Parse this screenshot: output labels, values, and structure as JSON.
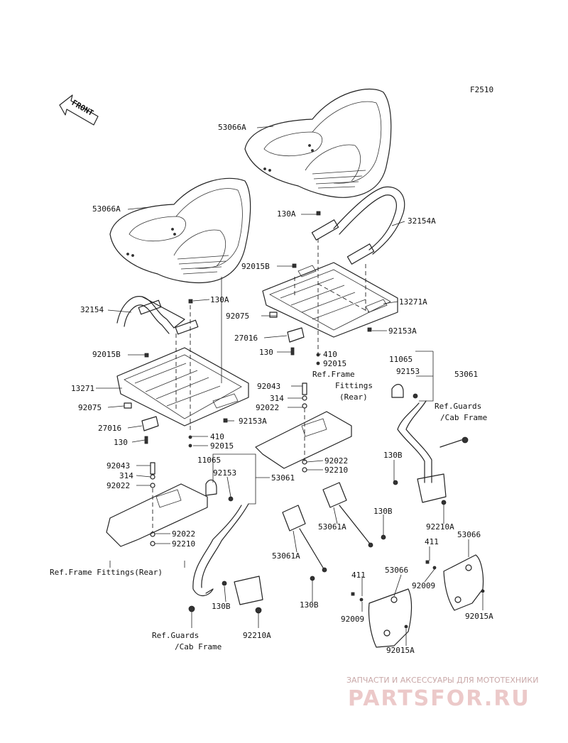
{
  "diagram_code": "F2510",
  "front_label": "FRONT",
  "labels": [
    {
      "id": "53066A-rear-seat",
      "text": "53066A"
    },
    {
      "id": "53066A-front-seat",
      "text": "53066A"
    },
    {
      "id": "130A-top",
      "text": "130A"
    },
    {
      "id": "32154A",
      "text": "32154A"
    },
    {
      "id": "92015B-top",
      "text": "92015B"
    },
    {
      "id": "130A-mid",
      "text": "130A"
    },
    {
      "id": "13271A",
      "text": "13271A"
    },
    {
      "id": "32154",
      "text": "32154"
    },
    {
      "id": "92075-top",
      "text": "92075"
    },
    {
      "id": "92153A-top",
      "text": "92153A"
    },
    {
      "id": "27016-top",
      "text": "27016"
    },
    {
      "id": "130-top",
      "text": "130"
    },
    {
      "id": "410-top",
      "text": "410"
    },
    {
      "id": "92015-top",
      "text": "92015"
    },
    {
      "id": "11065-right",
      "text": "11065"
    },
    {
      "id": "92153-right",
      "text": "92153"
    },
    {
      "id": "53061-right",
      "text": "53061"
    },
    {
      "id": "ref-frame-rear-1",
      "text": "Ref.Frame"
    },
    {
      "id": "ref-frame-rear-2",
      "text": "Fittings"
    },
    {
      "id": "ref-frame-rear-3",
      "text": "(Rear)"
    },
    {
      "id": "92015B-left",
      "text": "92015B"
    },
    {
      "id": "13271",
      "text": "13271"
    },
    {
      "id": "92043-mid",
      "text": "92043"
    },
    {
      "id": "314-mid",
      "text": "314"
    },
    {
      "id": "92022-mid",
      "text": "92022"
    },
    {
      "id": "ref-guards-right-1",
      "text": "Ref.Guards"
    },
    {
      "id": "ref-guards-right-2",
      "text": "/Cab Frame"
    },
    {
      "id": "92075-left",
      "text": "92075"
    },
    {
      "id": "92153A-left",
      "text": "92153A"
    },
    {
      "id": "27016-left",
      "text": "27016"
    },
    {
      "id": "410-left",
      "text": "410"
    },
    {
      "id": "130-left",
      "text": "130"
    },
    {
      "id": "92015-left",
      "text": "92015"
    },
    {
      "id": "130B-right",
      "text": "130B"
    },
    {
      "id": "92022-mid2",
      "text": "92022"
    },
    {
      "id": "92210-mid",
      "text": "92210"
    },
    {
      "id": "11065-left",
      "text": "11065"
    },
    {
      "id": "92153-left",
      "text": "92153"
    },
    {
      "id": "53061-left",
      "text": "53061"
    },
    {
      "id": "92043-left",
      "text": "92043"
    },
    {
      "id": "314-left",
      "text": "314"
    },
    {
      "id": "92022-left",
      "text": "92022"
    },
    {
      "id": "53061A-mid",
      "text": "53061A"
    },
    {
      "id": "130B-mid",
      "text": "130B"
    },
    {
      "id": "92210A-right",
      "text": "92210A"
    },
    {
      "id": "53066-right",
      "text": "53066"
    },
    {
      "id": "411-right",
      "text": "411"
    },
    {
      "id": "92022-left2",
      "text": "92022"
    },
    {
      "id": "92210-left",
      "text": "92210"
    },
    {
      "id": "53061A-left",
      "text": "53061A"
    },
    {
      "id": "ref-frame-rear-left",
      "text": "Ref.Frame Fittings(Rear)"
    },
    {
      "id": "92009-right",
      "text": "92009"
    },
    {
      "id": "411-mid",
      "text": "411"
    },
    {
      "id": "53066-mid",
      "text": "53066"
    },
    {
      "id": "130B-left",
      "text": "130B"
    },
    {
      "id": "130B-mid2",
      "text": "130B"
    },
    {
      "id": "92015A-right",
      "text": "92015A"
    },
    {
      "id": "92009-mid",
      "text": "92009"
    },
    {
      "id": "ref-guards-left-1",
      "text": "Ref.Guards"
    },
    {
      "id": "ref-guards-left-2",
      "text": "/Cab Frame"
    },
    {
      "id": "92210A-left",
      "text": "92210A"
    },
    {
      "id": "92015A-mid",
      "text": "92015A"
    }
  ],
  "watermark": {
    "tagline": "ЗАПЧАСТИ И АКСЕССУАРЫ ДЛЯ МОТОТЕХНИКИ",
    "brand": "PARTSFOR.RU"
  }
}
